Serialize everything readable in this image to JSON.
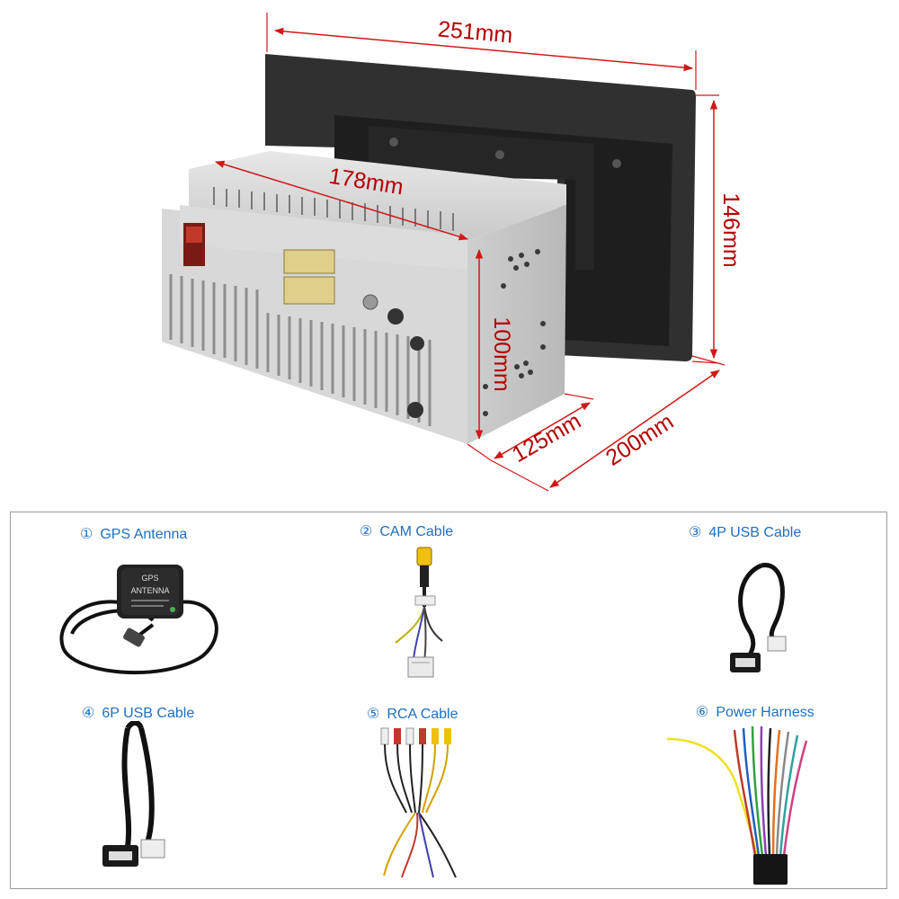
{
  "dimensions": {
    "screen_width": "251mm",
    "screen_height": "146mm",
    "chassis_width": "178mm",
    "chassis_height": "100mm",
    "chassis_depth": "125mm",
    "total_depth": "200mm",
    "line_color": "#d01818",
    "label_color": "#b40000"
  },
  "accessories": {
    "title_color": "#1e6fbf",
    "items": [
      {
        "number": "①",
        "label": "GPS Antenna",
        "icon": "gps-antenna-icon"
      },
      {
        "number": "②",
        "label": "CAM Cable",
        "icon": "cam-cable-icon"
      },
      {
        "number": "③",
        "label": "4P USB Cable",
        "icon": "usb-4p-cable-icon"
      },
      {
        "number": "④",
        "label": "6P USB Cable",
        "icon": "usb-6p-cable-icon"
      },
      {
        "number": "⑤",
        "label": "RCA Cable",
        "icon": "rca-cable-icon"
      },
      {
        "number": "⑥",
        "label": "Power Harness",
        "icon": "power-harness-icon"
      }
    ]
  },
  "gps_module_text": {
    "line1": "GPS",
    "line2": "ANTENNA"
  }
}
